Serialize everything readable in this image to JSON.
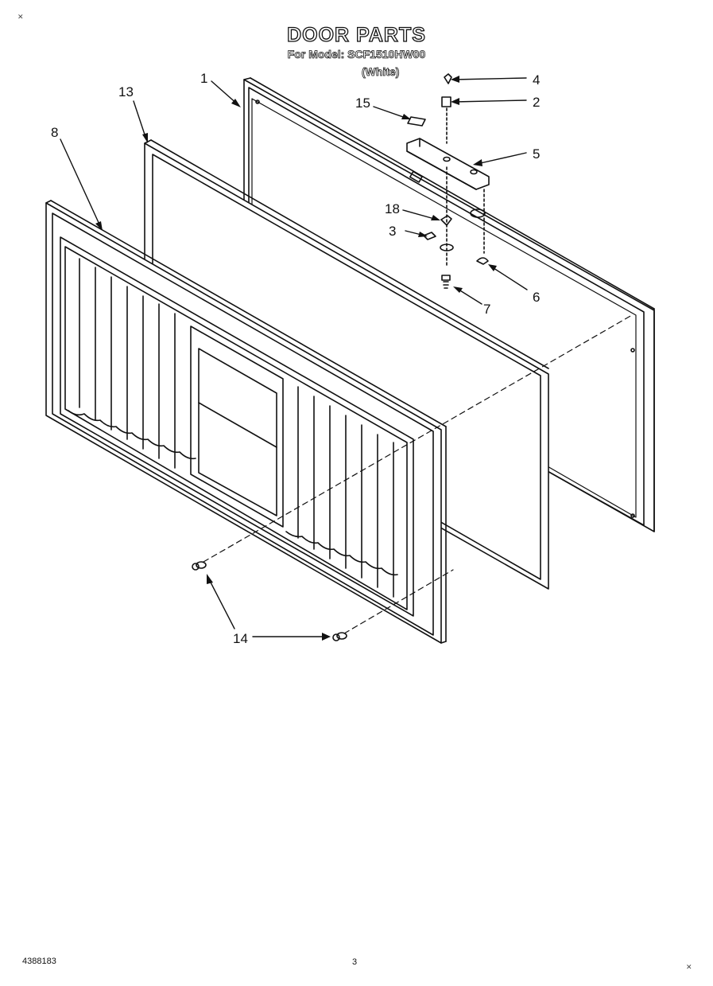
{
  "header": {
    "title": "DOOR PARTS",
    "model_line": "For Model: SCF1510HW00",
    "variant": "(White)"
  },
  "callouts": [
    "1",
    "2",
    "3",
    "4",
    "5",
    "6",
    "7",
    "8",
    "13",
    "14",
    "15",
    "18"
  ],
  "footer": {
    "part_number": "4388183",
    "page_number": "3"
  }
}
